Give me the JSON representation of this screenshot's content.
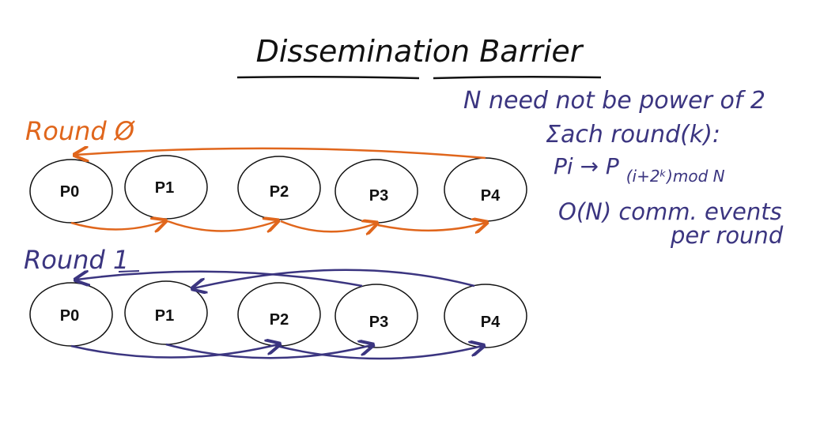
{
  "title": "Dissemination Barrier",
  "colors": {
    "ink": "#111111",
    "round0": "#E0661C",
    "round1": "#3B3580",
    "notes": "#3B3580",
    "node_fill": "#ffffff",
    "background": "#ffffff"
  },
  "rounds": [
    {
      "label": "Round Ø",
      "nodes": [
        "P0",
        "P1",
        "P2",
        "P3",
        "P4"
      ]
    },
    {
      "label": "Round 1",
      "nodes": [
        "P0",
        "P1",
        "P2",
        "P3",
        "P4"
      ]
    }
  ],
  "notes": {
    "line1": "N need not be power of 2",
    "line2": "Σach round(k):",
    "rule_base": "Pi → P",
    "rule_subscript": "(i+2ᵏ)mod N",
    "line4": "O(N) comm. events",
    "line5": "per round"
  }
}
